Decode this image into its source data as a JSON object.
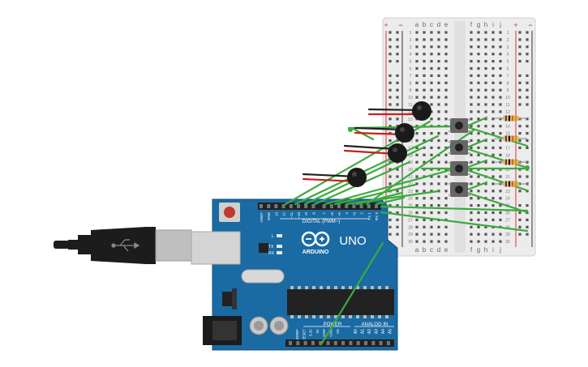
{
  "breadboard": {
    "columns_left": [
      "a",
      "b",
      "c",
      "d",
      "e"
    ],
    "columns_right": [
      "f",
      "g",
      "h",
      "i",
      "j"
    ],
    "rail_plus": "+",
    "rail_minus": "−",
    "row_count": 30
  },
  "arduino": {
    "brand": "ARDUINO",
    "model": "UNO",
    "digital_label": "DIGITAL (PWM~)",
    "power_label": "POWER",
    "analog_label": "ANALOG IN",
    "led_labels": [
      "L",
      "TX",
      "RX"
    ],
    "digital_pins": [
      "AREF",
      "GND",
      "13",
      "12",
      "~11",
      "~10",
      "~9",
      "8",
      "7",
      "~6",
      "~5",
      "4",
      "~3",
      "2",
      "TX 1",
      "RX 0"
    ],
    "power_pins": [
      "IOREF",
      "RESET",
      "3.3V",
      "5V",
      "GND",
      "GND",
      "Vin"
    ],
    "analog_pins": [
      "A0",
      "A1",
      "A2",
      "A3",
      "A4",
      "A5"
    ]
  },
  "components": {
    "buzzers": 4,
    "pushbuttons": 4,
    "resistors": 4
  },
  "colors": {
    "board_blue": "#1a6aa3",
    "wire_green": "#3caa3c",
    "wire_red": "#c8201c",
    "wire_black": "#222222",
    "breadboard": "#eeeeee"
  }
}
